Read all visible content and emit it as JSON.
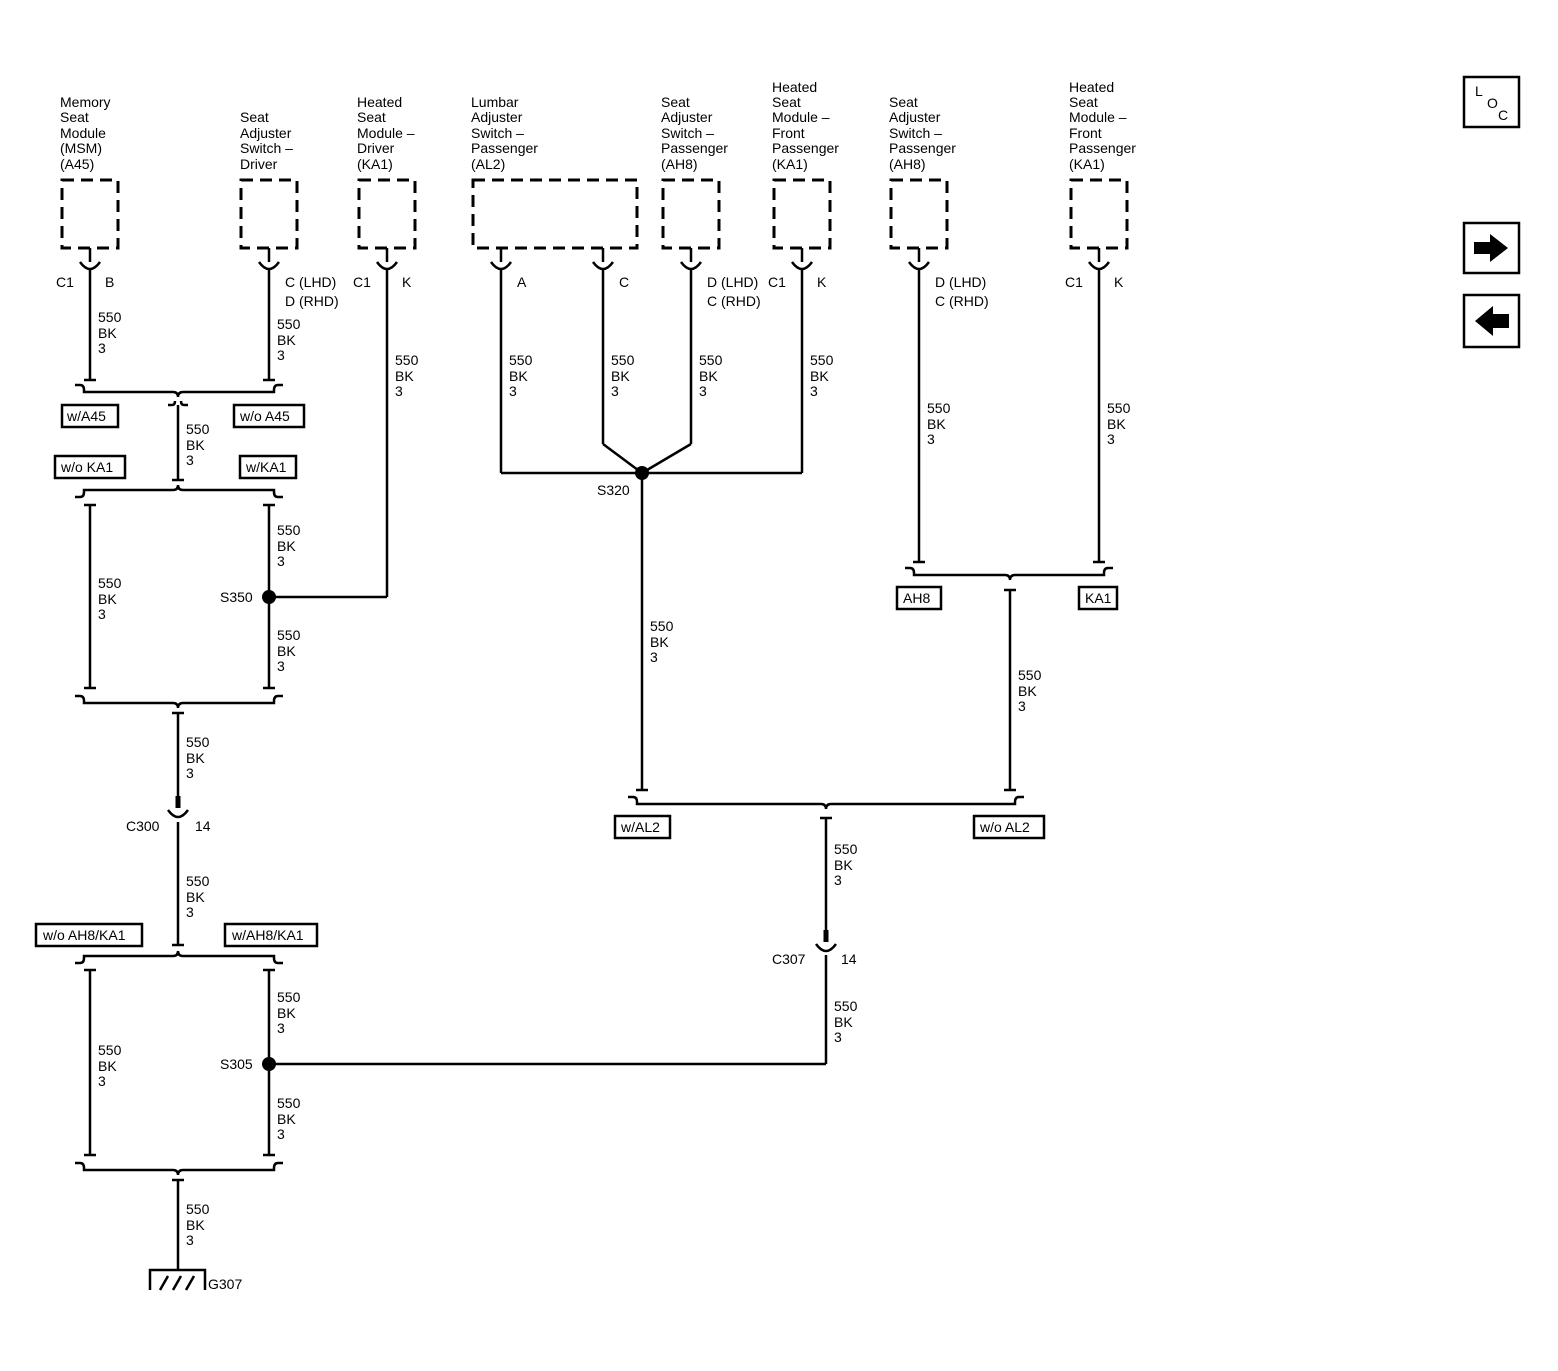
{
  "components": [
    {
      "id": "msm",
      "lines": [
        "Memory",
        "Seat",
        "Module",
        "(MSM)",
        "(A45)"
      ]
    },
    {
      "id": "seat-adj-driver",
      "lines": [
        "Seat",
        "Adjuster",
        "Switch –",
        "Driver"
      ]
    },
    {
      "id": "heated-driver",
      "lines": [
        "Heated",
        "Seat",
        "Module –",
        "Driver",
        "(KA1)"
      ]
    },
    {
      "id": "lumbar-pass",
      "lines": [
        "Lumbar",
        "Adjuster",
        "Switch –",
        "Passenger",
        "(AL2)"
      ]
    },
    {
      "id": "seat-adj-pass-1",
      "lines": [
        "Seat",
        "Adjuster",
        "Switch –",
        "Passenger",
        "(AH8)"
      ]
    },
    {
      "id": "heated-front-pass-1",
      "lines": [
        "Heated",
        "Seat",
        "Module –",
        "Front",
        "Passenger",
        "(KA1)"
      ]
    },
    {
      "id": "seat-adj-pass-2",
      "lines": [
        "Seat",
        "Adjuster",
        "Switch –",
        "Passenger",
        "(AH8)"
      ]
    },
    {
      "id": "heated-front-pass-2",
      "lines": [
        "Heated",
        "Seat",
        "Module –",
        "Front",
        "Passenger",
        "(KA1)"
      ]
    }
  ],
  "pins": {
    "msm_conn": "C1",
    "msm_pin": "B",
    "sad_pin_1": "C (LHD)",
    "sad_pin_2": "D (RHD)",
    "hd_conn": "C1",
    "hd_pin": "K",
    "lumbar_pin_a": "A",
    "lumbar_pin_c": "C",
    "sap1_pin_1": "D (LHD)",
    "sap1_pin_2": "C (RHD)",
    "hfp1_conn": "C1",
    "hfp1_pin": "K",
    "sap2_pin_1": "D (LHD)",
    "sap2_pin_2": "C (RHD)",
    "hfp2_conn": "C1",
    "hfp2_pin": "K"
  },
  "wire": {
    "circuit": "550",
    "color": "BK",
    "gauge": "3"
  },
  "options": {
    "w_a45": "w/A45",
    "wo_a45": "w/o A45",
    "wo_ka1": "w/o KA1",
    "w_ka1": "w/KA1",
    "wo_ah8_ka1": "w/o AH8/KA1",
    "w_ah8_ka1": "w/AH8/KA1",
    "w_al2": "w/AL2",
    "wo_al2": "w/o AL2",
    "ah8": "AH8",
    "ka1": "KA1"
  },
  "splices": {
    "s350": "S350",
    "s320": "S320",
    "s305": "S305"
  },
  "connectors": {
    "c300": "C300",
    "c300_pin": "14",
    "c307": "C307",
    "c307_pin": "14"
  },
  "ground": {
    "g307": "G307"
  },
  "nav": {
    "loc_l": "L",
    "loc_o": "O",
    "loc_c": "C",
    "next_icon": "arrow-right-icon",
    "prev_icon": "arrow-left-icon"
  }
}
